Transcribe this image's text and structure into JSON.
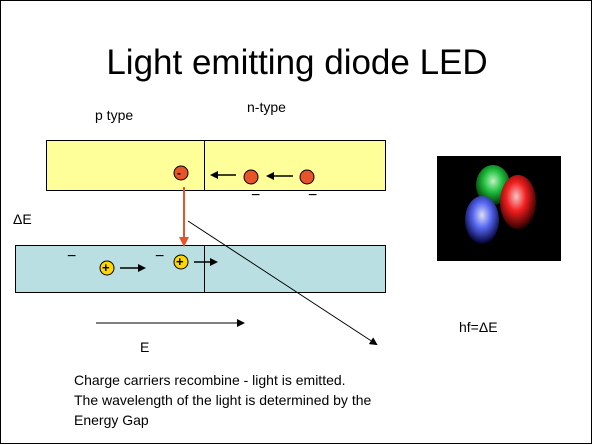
{
  "slide": {
    "title": "Light emitting diode LED",
    "labels": {
      "p_type": "p type",
      "n_type": "n-type",
      "delta_e": "ΔE",
      "field": "E",
      "photon": "hf=ΔE"
    },
    "carriers": {
      "electron_sign": "-",
      "hole_sign": "+",
      "minus_sign": "−"
    },
    "caption": [
      "Charge carriers recombine - light is emitted.",
      "The wavelength of the light is determined by the",
      "Energy Gap"
    ]
  },
  "colors": {
    "conduction_band": "#ffff99",
    "valence_band": "#b9dfe3",
    "electron": "#e8542a",
    "hole": "#ffd700",
    "transition_arrow": "#e8542a",
    "led_green": "#22cc44",
    "led_red": "#ff2020",
    "led_blue": "#5a6cff"
  }
}
